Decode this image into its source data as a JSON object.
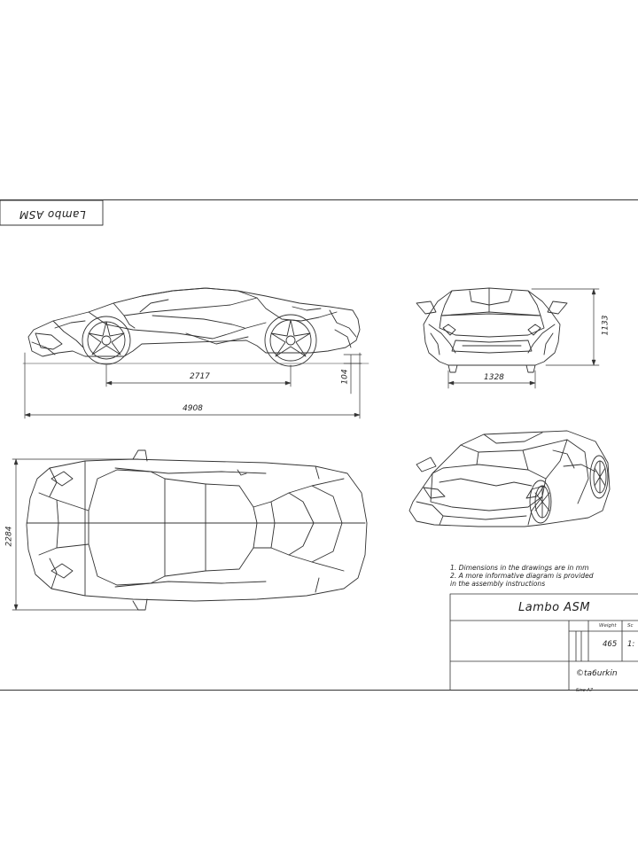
{
  "title_block_mirrored": "Lambo ASM",
  "dimensions": {
    "wheelbase": "2717",
    "overall_length": "4908",
    "ground_clearance": "104",
    "front_track": "1328",
    "height": "1133",
    "width": "2284"
  },
  "notes": [
    "1. Dimensions in the drawings are in mm",
    "2. A more informative diagram is provided",
    "in the assembly instructions"
  ],
  "title_block": {
    "title": "Lambo ASM",
    "weight_header": "Weight",
    "scale_header": "Sc",
    "weight_value": "465",
    "scale_value": "1:",
    "author": "©ta6urkin",
    "sheet": "Sine A7"
  },
  "views": [
    "side-view",
    "front-view",
    "top-view",
    "isometric-view"
  ],
  "line_color": "#333333"
}
